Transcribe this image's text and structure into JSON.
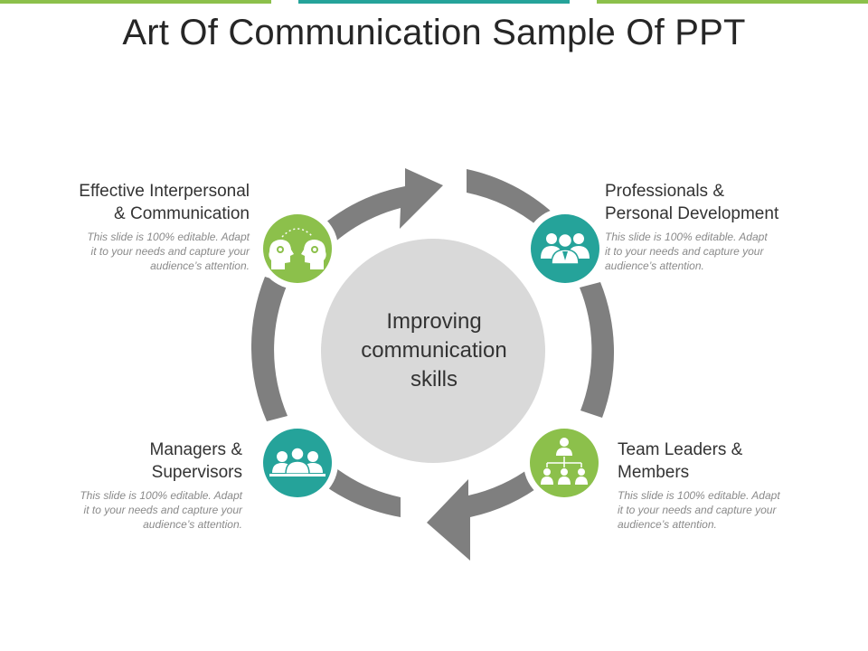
{
  "title": "Art Of Communication Sample Of PPT",
  "center": {
    "line1": "Improving",
    "line2": "communication",
    "line3": "skills"
  },
  "items": [
    {
      "heading_line1": "Effective Interpersonal",
      "heading_line2": "& Communication",
      "desc_line1": "This slide is 100% editable. Adapt",
      "desc_line2": "it to your needs and capture your",
      "desc_line3": "audience’s attention.",
      "icon": "heads-with-gears-icon",
      "color": "#8cc04b"
    },
    {
      "heading_line1": "Professionals &",
      "heading_line2": "Personal Development",
      "desc_line1": "This slide is 100% editable. Adapt",
      "desc_line2": "it to your needs and capture your",
      "desc_line3": "audience’s attention.",
      "icon": "team-group-icon",
      "color": "#25a39a"
    },
    {
      "heading_line1": "Team Leaders &",
      "heading_line2": "Members",
      "desc_line1": "This slide is 100% editable. Adapt",
      "desc_line2": "it to your needs and capture your",
      "desc_line3": "audience’s attention.",
      "icon": "org-hierarchy-icon",
      "color": "#8cc04b"
    },
    {
      "heading_line1": "Managers &",
      "heading_line2": "Supervisors",
      "desc_line1": "This slide is 100% editable. Adapt",
      "desc_line2": "it to your needs and capture your",
      "desc_line3": "audience’s attention.",
      "icon": "people-group-icon",
      "color": "#25a39a"
    }
  ],
  "colors": {
    "green": "#8cc04b",
    "teal": "#25a39a",
    "ring_gray": "#7f7f7f",
    "center_gray": "#d9d9d9"
  }
}
